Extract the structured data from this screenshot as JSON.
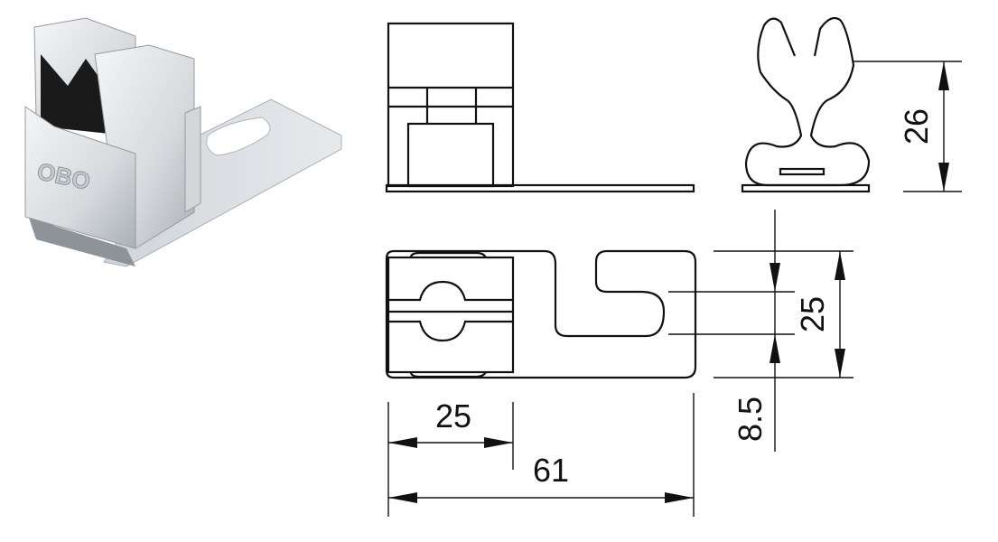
{
  "product": {
    "logo_text": "OBO"
  },
  "dimensions": {
    "height": "26",
    "slot_span": "25",
    "slot_offset": "8.5",
    "clip_length": "25",
    "total_length": "61"
  },
  "colors": {
    "line": "#111111",
    "metal_light": "#e4e7ea",
    "metal_dark": "#9aa0a6",
    "shadow": "#1a1a1a"
  }
}
